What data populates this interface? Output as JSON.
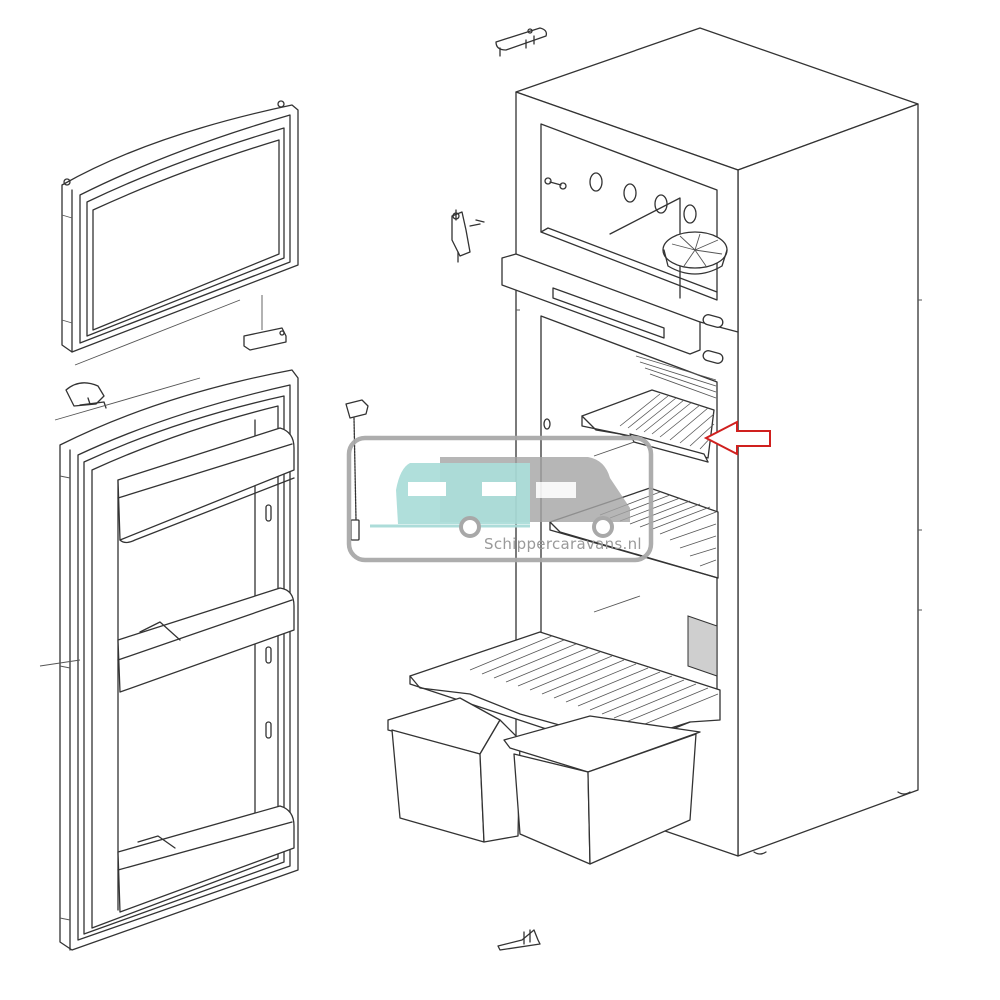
{
  "diagram": {
    "type": "exploded-parts-view",
    "subject": "refrigerator (two-door, freezer top)",
    "components": [
      {
        "id": "freezer-door",
        "label": "Freezer door"
      },
      {
        "id": "freezer-door-hinge-block",
        "label": "Freezer door hinge block"
      },
      {
        "id": "middle-hinge",
        "label": "Middle hinge"
      },
      {
        "id": "fridge-door",
        "label": "Fridge door with 3 door bins"
      },
      {
        "id": "top-hinge",
        "label": "Top hinge"
      },
      {
        "id": "side-hinge-pin",
        "label": "Side hinge pin"
      },
      {
        "id": "thermostat-sensor",
        "label": "Thermostat sensor cable"
      },
      {
        "id": "cabinet",
        "label": "Cabinet"
      },
      {
        "id": "shelf-upper",
        "label": "Upper glass shelf (highlighted)"
      },
      {
        "id": "shelf-middle",
        "label": "Middle shelf"
      },
      {
        "id": "shelf-lower",
        "label": "Lower grid shelf"
      },
      {
        "id": "crisper-left",
        "label": "Left crisper drawer"
      },
      {
        "id": "crisper-right",
        "label": "Right crisper drawer"
      },
      {
        "id": "bottom-hinge",
        "label": "Bottom hinge"
      }
    ],
    "highlight": {
      "target": "shelf-upper",
      "indicator": "arrow-left",
      "color": "#d0201e"
    }
  },
  "watermark": {
    "text": "Schippercaravans.nl",
    "caravan_color": "#a8dbd7",
    "camper_color": "#a4a4a4",
    "frame_color": "#a9a9a9"
  }
}
